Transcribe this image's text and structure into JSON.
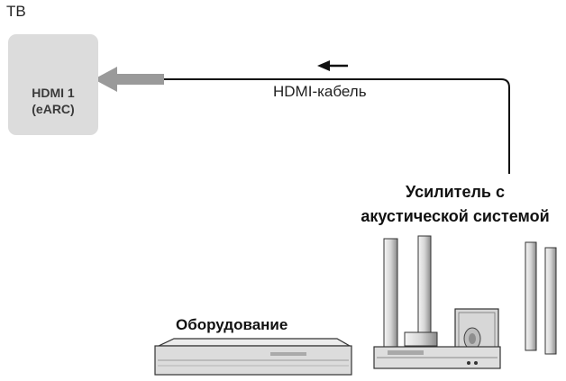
{
  "tv": {
    "label": "ТВ"
  },
  "port": {
    "name": "HDMI 1",
    "sub": "(eARC)",
    "icon": "hdmi-port-icon"
  },
  "cable": {
    "label": "HDMI-кабель",
    "direction": "right-to-left"
  },
  "amplifier": {
    "line1": "Усилитель с",
    "line2": "акустической системой",
    "icon": "speaker-system-icon"
  },
  "device": {
    "label": "Оборудование",
    "icon": "av-device-icon"
  },
  "colors": {
    "port_bg": "#dcdcdc",
    "arrow": "#9a9a9a",
    "cable": "#111111",
    "text": "#222222"
  }
}
